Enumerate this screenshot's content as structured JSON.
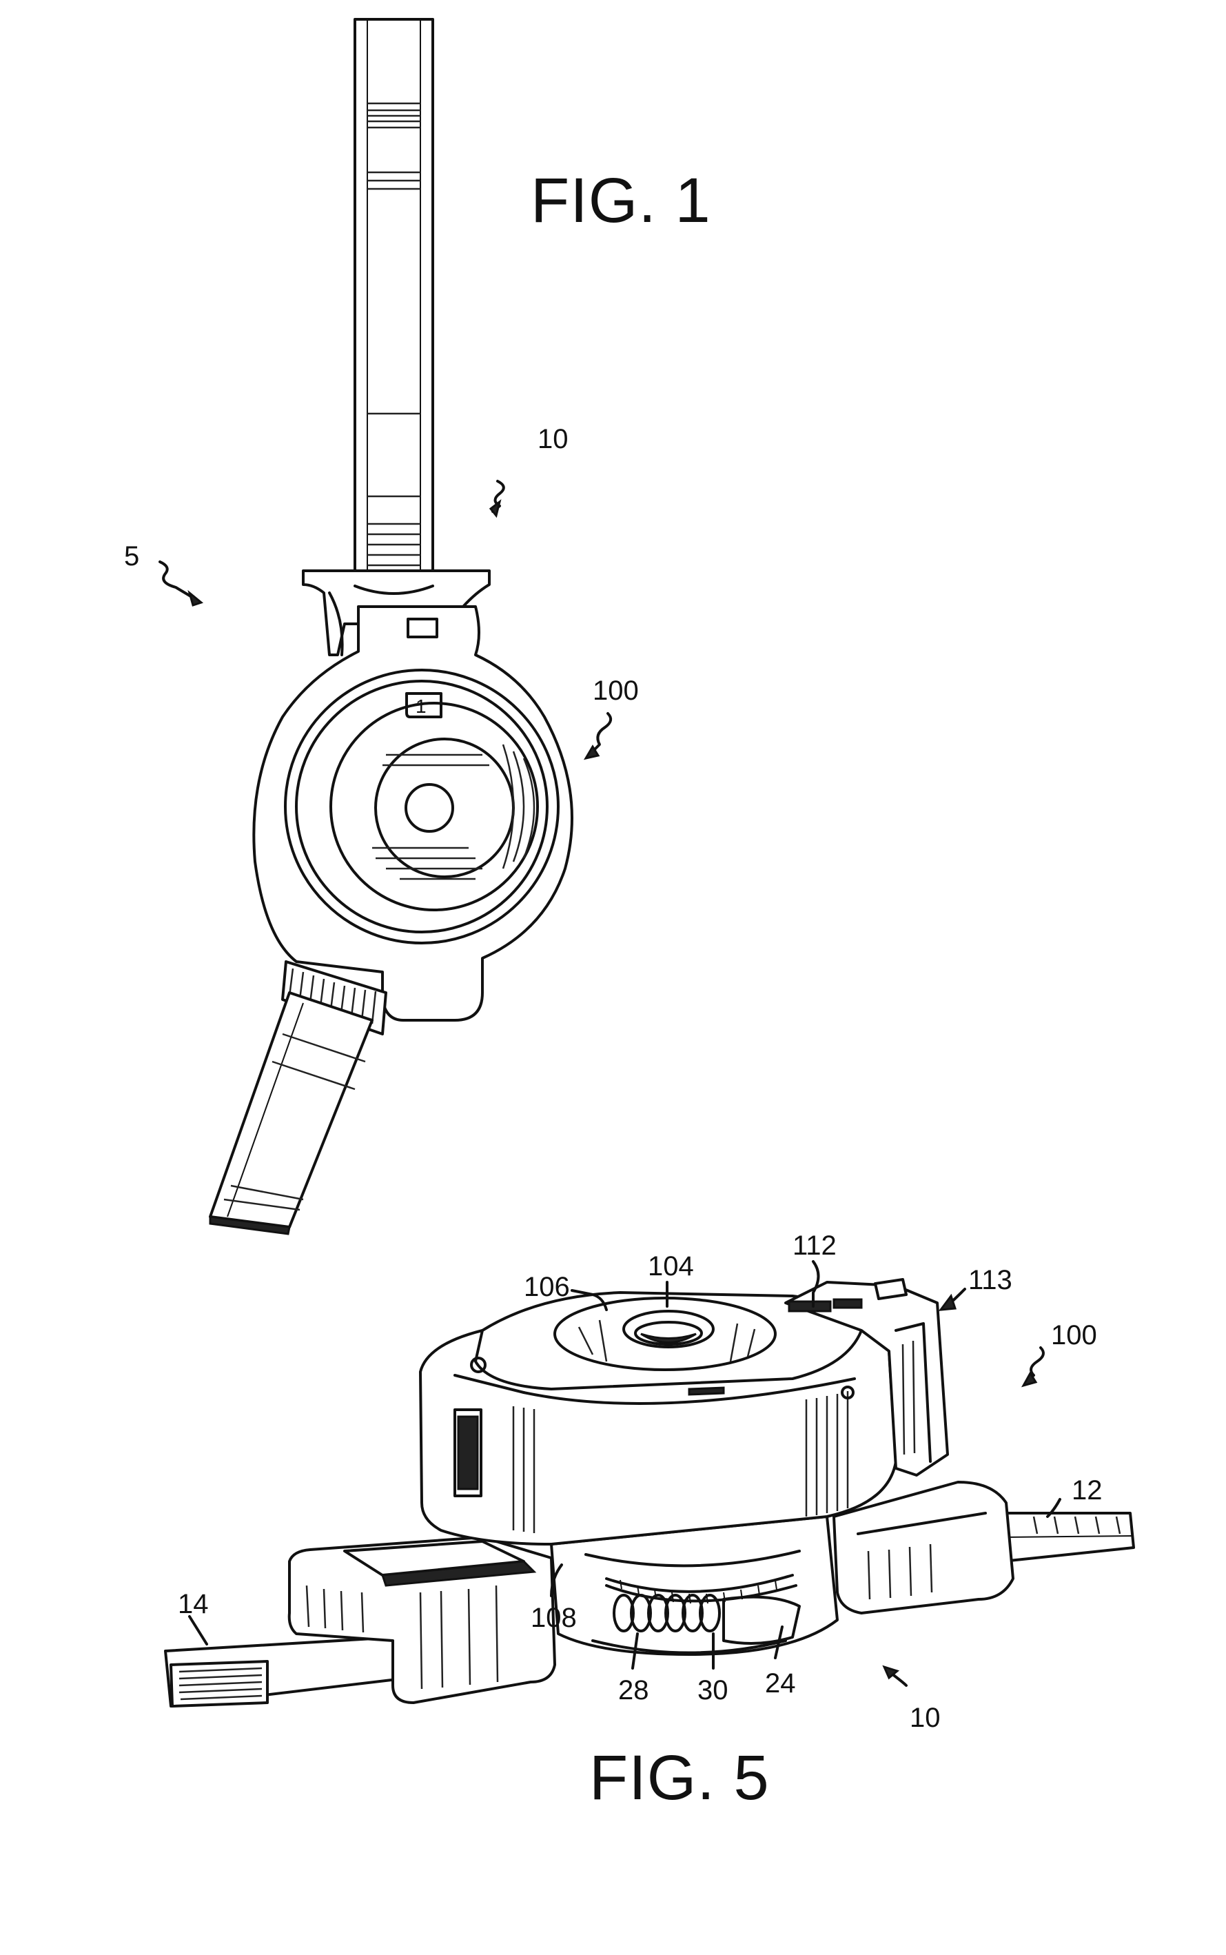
{
  "figures": {
    "fig1": {
      "title": "FIG. 1"
    },
    "fig5": {
      "title": "FIG. 5"
    }
  },
  "fig1_refs": {
    "r5": "5",
    "r10": "10",
    "r100": "100",
    "badge": "1"
  },
  "fig5_refs": {
    "r104": "104",
    "r106": "106",
    "r112": "112",
    "r113": "113",
    "r100": "100",
    "r12": "12",
    "r14": "14",
    "r108": "108",
    "r28": "28",
    "r30": "30",
    "r24": "24",
    "r10": "10"
  }
}
